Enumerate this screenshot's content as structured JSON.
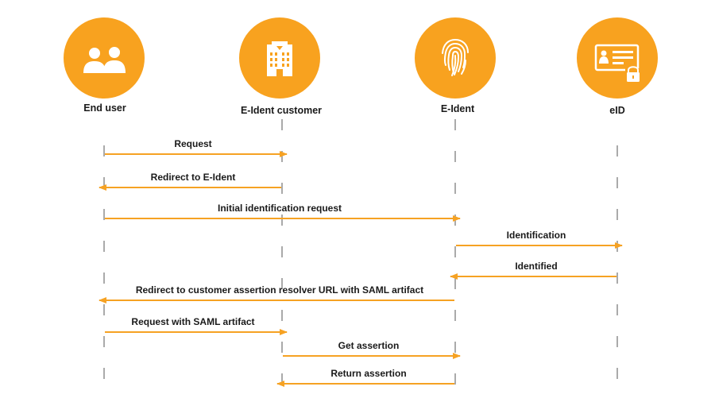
{
  "colors": {
    "accent": "#F8A21F",
    "arrow": "#F6A223",
    "lifeline": "#555555",
    "text": "#1a1a1a"
  },
  "actors": [
    {
      "id": "end-user",
      "label": "End user",
      "icon": "users-icon"
    },
    {
      "id": "eident-customer",
      "label": "E-Ident customer",
      "icon": "building-icon"
    },
    {
      "id": "eident",
      "label": "E-Ident",
      "icon": "fingerprint-icon"
    },
    {
      "id": "eid",
      "label": "eID",
      "icon": "id-card-lock-icon"
    }
  ],
  "messages": [
    {
      "from": 0,
      "to": 1,
      "label": "Request"
    },
    {
      "from": 1,
      "to": 0,
      "label": "Redirect to E-Ident"
    },
    {
      "from": 0,
      "to": 2,
      "label": "Initial identification request"
    },
    {
      "from": 2,
      "to": 3,
      "label": "Identification"
    },
    {
      "from": 3,
      "to": 2,
      "label": "Identified"
    },
    {
      "from": 2,
      "to": 0,
      "label": "Redirect to customer assertion resolver URL with SAML artifact"
    },
    {
      "from": 0,
      "to": 1,
      "label": "Request with SAML artifact"
    },
    {
      "from": 1,
      "to": 2,
      "label": "Get assertion"
    },
    {
      "from": 2,
      "to": 1,
      "label": "Return assertion"
    }
  ]
}
